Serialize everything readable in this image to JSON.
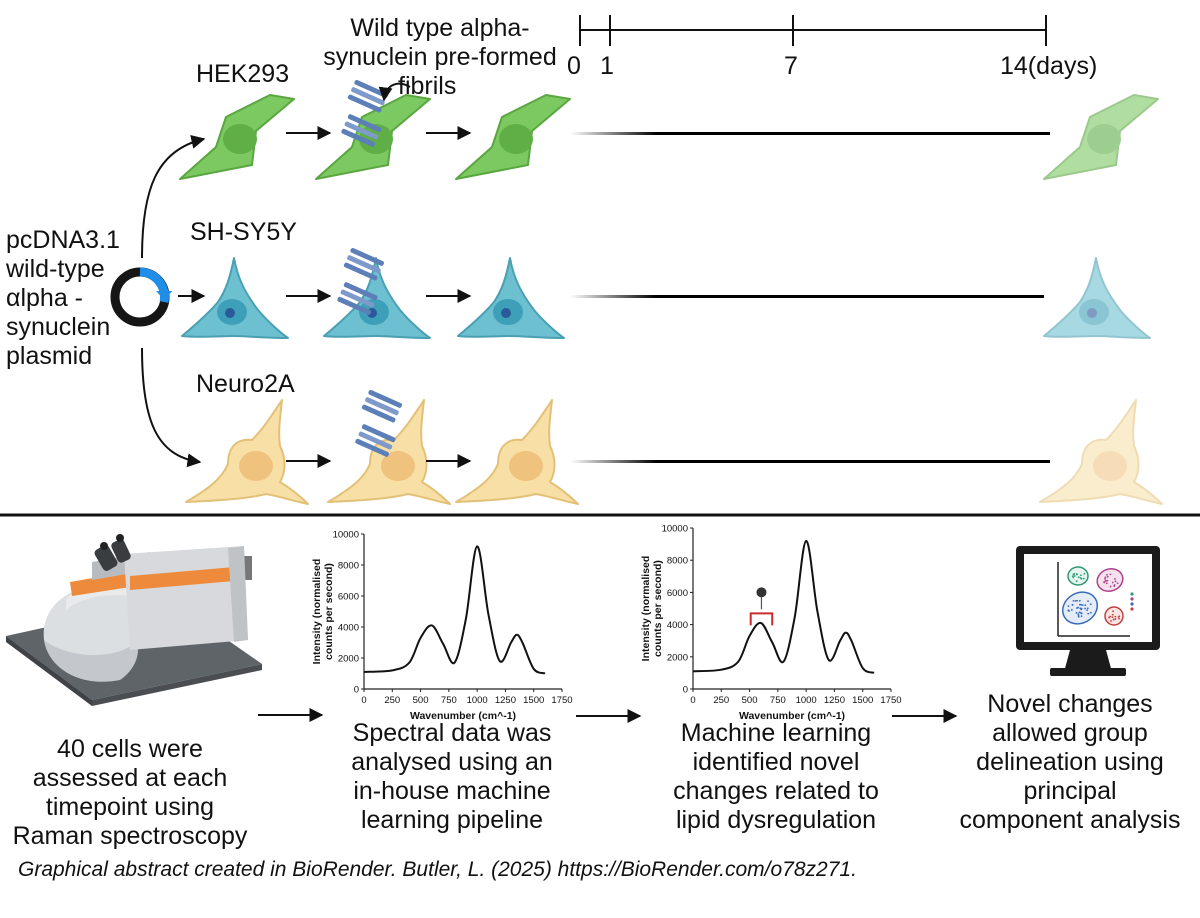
{
  "figure": {
    "timeline": {
      "ticks": [
        "0",
        "1",
        "7",
        "14(days)"
      ]
    },
    "fibril_label": [
      "Wild type alpha-",
      "synuclein pre-formed",
      "fibrils"
    ],
    "plasmid_label": [
      "pcDNA3.1",
      "wild-type",
      "αlpha -",
      "synuclein",
      "plasmid"
    ],
    "cell_lines": [
      {
        "name": "HEK293",
        "color": "#7cc962"
      },
      {
        "name": "SH-SY5Y",
        "color": "#6cc0d0"
      },
      {
        "name": "Neuro2A",
        "color": "#f7dfa6"
      }
    ],
    "steps": [
      {
        "caption": [
          "40 cells were",
          "assessed at each",
          "timepoint using",
          "Raman spectroscopy"
        ]
      },
      {
        "caption": [
          "Spectral data was",
          "analysed using an",
          "in-house machine",
          "learning pipeline"
        ]
      },
      {
        "caption": [
          "Machine learning",
          "identified novel",
          "changes related to",
          "lipid dysregulation"
        ]
      },
      {
        "caption": [
          "Novel changes",
          "allowed group",
          "delineation using",
          "principal",
          "component analysis"
        ]
      }
    ],
    "footer": "Graphical abstract created in BioRender. Butler, L. (2025) https://BioRender.com/o78z271."
  },
  "chart_data": [
    {
      "type": "line",
      "xlabel": "Wavenumber (cm^-1)",
      "ylabel": "Intensity (normalised counts per second)",
      "xlim": [
        0,
        1750
      ],
      "ylim": [
        0,
        10000
      ],
      "x_ticks": [
        "0",
        "250",
        "500",
        "750",
        "1000",
        "1250",
        "1500",
        "1750"
      ],
      "y_ticks": [
        "0",
        "2000",
        "4000",
        "6000",
        "8000",
        "10000"
      ],
      "x": [
        0,
        250,
        400,
        500,
        600,
        700,
        800,
        900,
        1000,
        1100,
        1200,
        1300,
        1350,
        1400,
        1500,
        1600
      ],
      "values": [
        1100,
        1200,
        1700,
        3300,
        4100,
        2900,
        1700,
        4500,
        9200,
        4800,
        1800,
        3000,
        3500,
        3000,
        1300,
        1000
      ]
    },
    {
      "type": "line",
      "xlabel": "Wavenumber (cm^-1)",
      "ylabel": "Intensity (normalised counts per second)",
      "xlim": [
        0,
        1750
      ],
      "ylim": [
        0,
        10000
      ],
      "x_ticks": [
        "0",
        "250",
        "500",
        "750",
        "1000",
        "1250",
        "1500",
        "1750"
      ],
      "y_ticks": [
        "0",
        "2000",
        "4000",
        "6000",
        "8000",
        "10000"
      ],
      "x": [
        0,
        250,
        400,
        500,
        600,
        700,
        800,
        900,
        1000,
        1100,
        1200,
        1300,
        1350,
        1400,
        1500,
        1600
      ],
      "values": [
        1100,
        1200,
        1700,
        3300,
        4100,
        2900,
        1700,
        4500,
        9200,
        4800,
        1800,
        3000,
        3500,
        3000,
        1300,
        1000
      ],
      "annotation": "bracket over peak near 600 cm^-1"
    }
  ]
}
